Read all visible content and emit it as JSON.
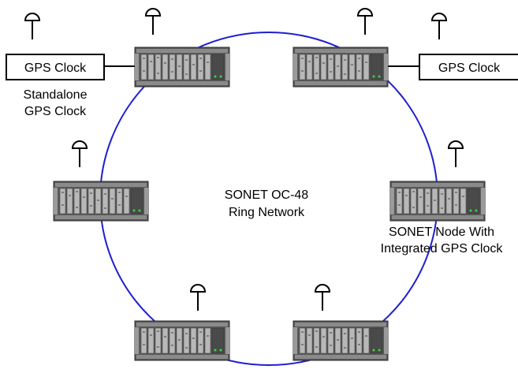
{
  "ring": {
    "label_line1": "SONET OC-48",
    "label_line2": "Ring Network",
    "color": "#1f1fd0"
  },
  "gps_clock_left": {
    "label": "GPS Clock"
  },
  "gps_clock_right": {
    "label": "GPS Clock"
  },
  "standalone_label": {
    "line1": "Standalone",
    "line2": "GPS Clock"
  },
  "node_label": {
    "line1": "SONET Node With",
    "line2": "Integrated GPS Clock"
  },
  "nodes": [
    {
      "name": "top-left"
    },
    {
      "name": "top-right"
    },
    {
      "name": "middle-left"
    },
    {
      "name": "middle-right"
    },
    {
      "name": "bottom-left"
    },
    {
      "name": "bottom-right"
    }
  ]
}
